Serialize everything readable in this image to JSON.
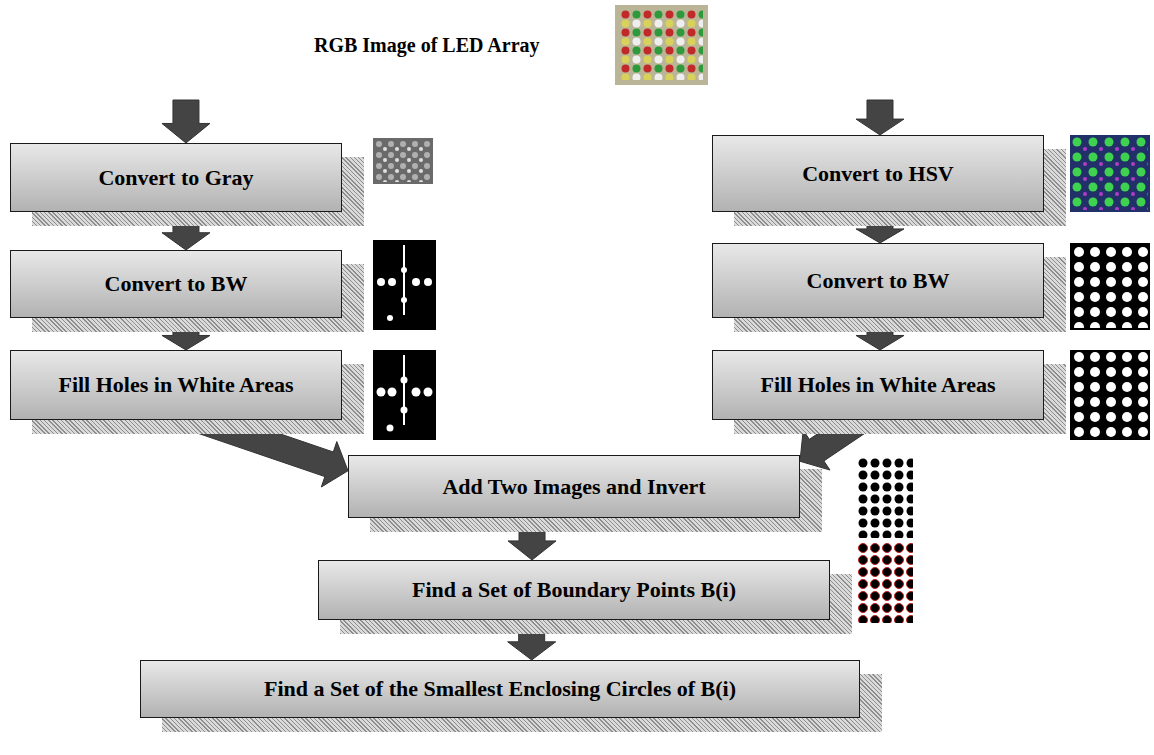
{
  "diagram": {
    "nodes": [
      {
        "text": [
          "RGB Image of LED Array"
        ]
      },
      {
        "text": [
          "Convert to Gray"
        ]
      },
      {
        "text": [
          "Convert to BW"
        ]
      },
      {
        "text": [
          "Fill Holes in White Areas"
        ]
      },
      {
        "text": [
          "Convert to HSV"
        ]
      },
      {
        "text": [
          "Convert to BW"
        ]
      },
      {
        "text": [
          "Fill Holes in White Areas"
        ]
      },
      {
        "text": [
          "Add Two Images and Invert"
        ]
      },
      {
        "text": [
          "Find a Set of Boundary Points B(i)"
        ]
      },
      {
        "text": [
          "Find a Set of the Smallest Enclosing Circles of B(i)"
        ]
      }
    ],
    "edges": [
      {
        "from": 0,
        "to": 1,
        "arrow": "to"
      },
      {
        "from": 1,
        "to": 2,
        "arrow": "to"
      },
      {
        "from": 2,
        "to": 3,
        "arrow": "to"
      },
      {
        "from": 0,
        "to": 4,
        "arrow": "to"
      },
      {
        "from": 4,
        "to": 5,
        "arrow": "to"
      },
      {
        "from": 5,
        "to": 6,
        "arrow": "to"
      },
      {
        "from": 3,
        "to": 7,
        "arrow": "to"
      },
      {
        "from": 6,
        "to": 7,
        "arrow": "to"
      },
      {
        "from": 7,
        "to": 8,
        "arrow": "to"
      },
      {
        "from": 8,
        "to": 9,
        "arrow": "to"
      }
    ]
  }
}
